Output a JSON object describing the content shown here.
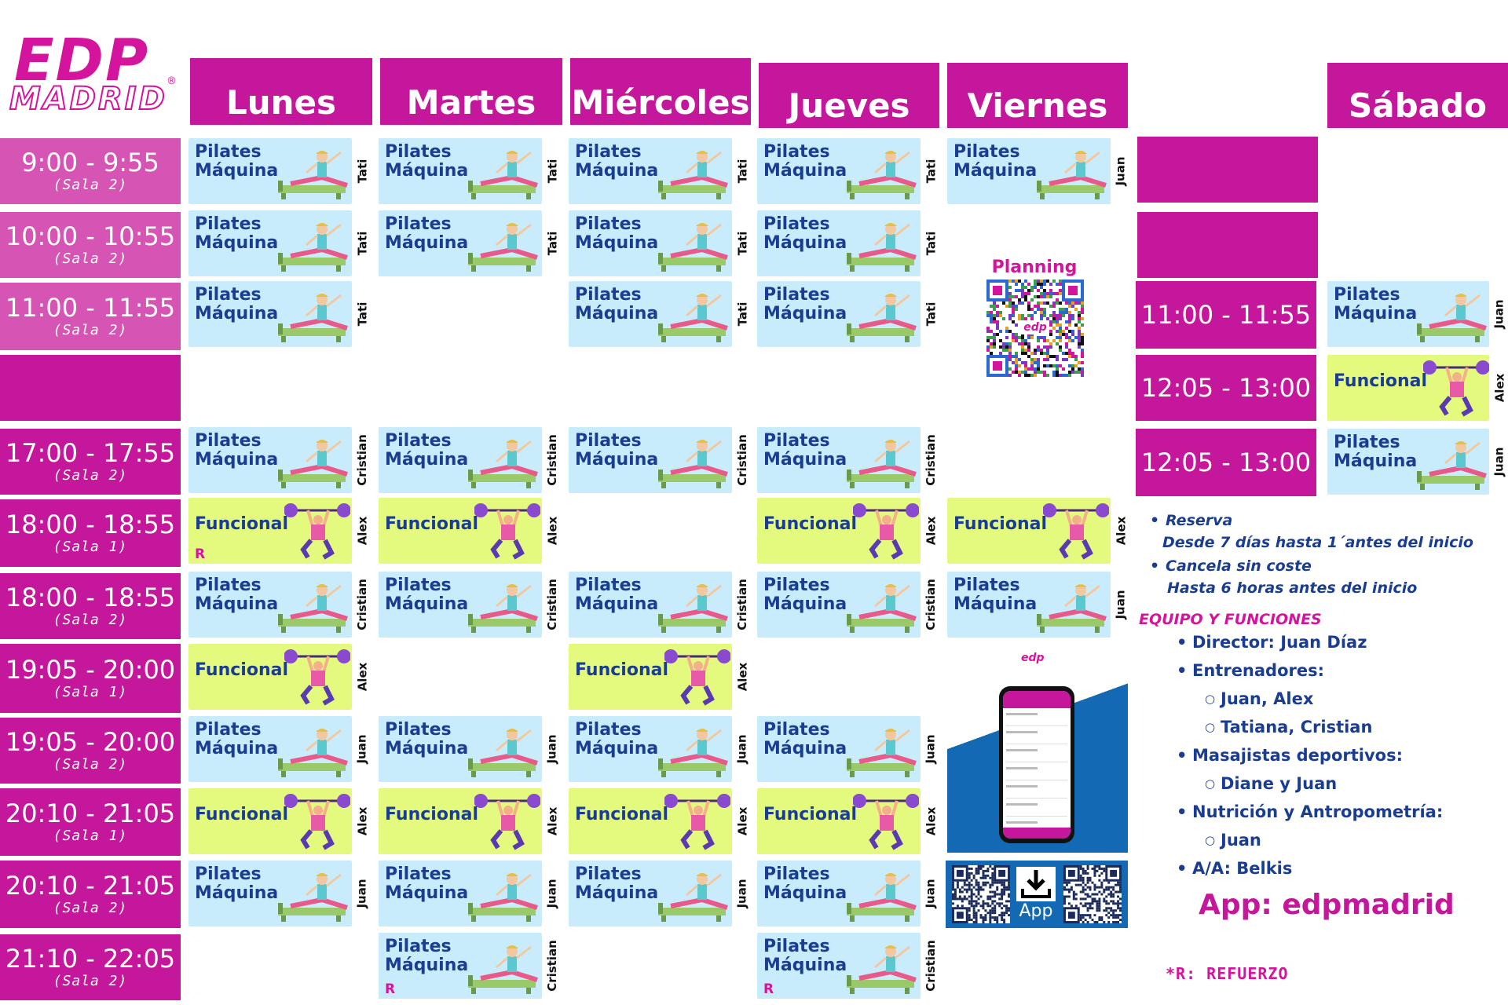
{
  "logo": {
    "line1": "EDP",
    "line2": "MADRID",
    "reg": "®"
  },
  "days": [
    "Lunes",
    "Martes",
    "Miércoles",
    "Jueves",
    "Viernes",
    "Sábado"
  ],
  "times": [
    {
      "time": "9:00 - 9:55",
      "room": "(Sala 2)"
    },
    {
      "time": "10:00 - 10:55",
      "room": "(Sala 2)"
    },
    {
      "time": "11:00 - 11:55",
      "room": "(Sala 2)"
    },
    {
      "time": "",
      "room": ""
    },
    {
      "time": "17:00 - 17:55",
      "room": "(Sala 2)"
    },
    {
      "time": "18:00 - 18:55",
      "room": "(Sala 1)"
    },
    {
      "time": "18:00 - 18:55",
      "room": "(Sala 2)"
    },
    {
      "time": "19:05 - 20:00",
      "room": "(Sala 1)"
    },
    {
      "time": "19:05 - 20:00",
      "room": "(Sala 2)"
    },
    {
      "time": "20:10 - 21:05",
      "room": "(Sala 1)"
    },
    {
      "time": "20:10 - 21:05",
      "room": "(Sala 2)"
    },
    {
      "time": "21:10 - 22:05",
      "room": "(Sala 2)"
    }
  ],
  "saturday_times": [
    "11:00 - 11:55",
    "12:05 - 13:00",
    "12:05 - 13:00"
  ],
  "class_names": {
    "pilates": "Pilates\nMáquina",
    "funcional": "Funcional"
  },
  "refuerzo_mark": "R",
  "classes": [
    {
      "type": "pilates",
      "coach": "Tati"
    },
    {
      "type": "pilates",
      "coach": "Tati"
    },
    {
      "type": "pilates",
      "coach": "Tati"
    },
    {
      "type": "pilates",
      "coach": "Tati"
    },
    {
      "type": "pilates",
      "coach": "Juan"
    },
    {
      "type": "pilates",
      "coach": "Tati"
    },
    {
      "type": "pilates",
      "coach": "Tati"
    },
    {
      "type": "pilates",
      "coach": "Tati"
    },
    {
      "type": "pilates",
      "coach": "Tati"
    },
    {
      "type": "pilates",
      "coach": "Tati"
    },
    {
      "type": "pilates",
      "coach": "Tati"
    },
    {
      "type": "pilates",
      "coach": "Tati"
    },
    {
      "type": "pilates",
      "coach": "Cristian"
    },
    {
      "type": "pilates",
      "coach": "Cristian"
    },
    {
      "type": "pilates",
      "coach": "Cristian"
    },
    {
      "type": "pilates",
      "coach": "Cristian"
    },
    {
      "type": "funcional",
      "coach": "Alex",
      "refuerzo": true
    },
    {
      "type": "funcional",
      "coach": "Alex"
    },
    {
      "type": "funcional",
      "coach": "Alex"
    },
    {
      "type": "funcional",
      "coach": "Alex"
    },
    {
      "type": "pilates",
      "coach": "Cristian"
    },
    {
      "type": "pilates",
      "coach": "Cristian"
    },
    {
      "type": "pilates",
      "coach": "Cristian"
    },
    {
      "type": "pilates",
      "coach": "Cristian"
    },
    {
      "type": "pilates",
      "coach": "Juan"
    },
    {
      "type": "funcional",
      "coach": "Alex"
    },
    {
      "type": "funcional",
      "coach": "Alex"
    },
    {
      "type": "pilates",
      "coach": "Juan"
    },
    {
      "type": "pilates",
      "coach": "Juan"
    },
    {
      "type": "pilates",
      "coach": "Juan"
    },
    {
      "type": "pilates",
      "coach": "Juan"
    },
    {
      "type": "funcional",
      "coach": "Alex"
    },
    {
      "type": "funcional",
      "coach": "Alex"
    },
    {
      "type": "funcional",
      "coach": "Alex"
    },
    {
      "type": "funcional",
      "coach": "Alex"
    },
    {
      "type": "pilates",
      "coach": "Juan"
    },
    {
      "type": "pilates",
      "coach": "Juan"
    },
    {
      "type": "pilates",
      "coach": "Juan"
    },
    {
      "type": "pilates",
      "coach": "Juan"
    },
    {
      "type": "pilates",
      "coach": "Cristian",
      "refuerzo": true
    },
    {
      "type": "pilates",
      "coach": "Cristian",
      "refuerzo": true
    },
    {
      "type": "pilates",
      "coach": "Juan"
    },
    {
      "type": "funcional",
      "coach": "Alex"
    },
    {
      "type": "pilates",
      "coach": "Juan"
    }
  ],
  "planning": {
    "label": "Planning",
    "qr_center": "edp"
  },
  "booking": [
    {
      "title": "Reserva",
      "detail": "Desde 7 días hasta 1´antes del inicio"
    },
    {
      "title": "Cancela sin coste",
      "detail": "Hasta 6 horas antes del inicio"
    }
  ],
  "team": {
    "heading": "EQUIPO Y FUNCIONES",
    "director": "Director: Juan Díaz",
    "trainers": "Entrenadores:",
    "trainer_groups": [
      "Juan, Alex",
      "Tatiana, Cristian"
    ],
    "masseurs": "Masajistas deportivos:",
    "masseur_names": "Diane y Juan",
    "nutrition": "Nutrición y Antropometría:",
    "nutrition_names": "Juan",
    "aa": "A/A: Belkis"
  },
  "app": {
    "download_label": "App",
    "name_line": "App: edpmadrid",
    "phone_logo": "edp"
  },
  "footnote": "*R: REFUERZO",
  "colors": {
    "magenta": "#c5179b",
    "light_magenta": "#d654b4",
    "pilates_bg": "#c8ecfb",
    "funcional_bg": "#e4fa7e",
    "navy": "#1a3d92",
    "app_blue": "#1469b4"
  }
}
